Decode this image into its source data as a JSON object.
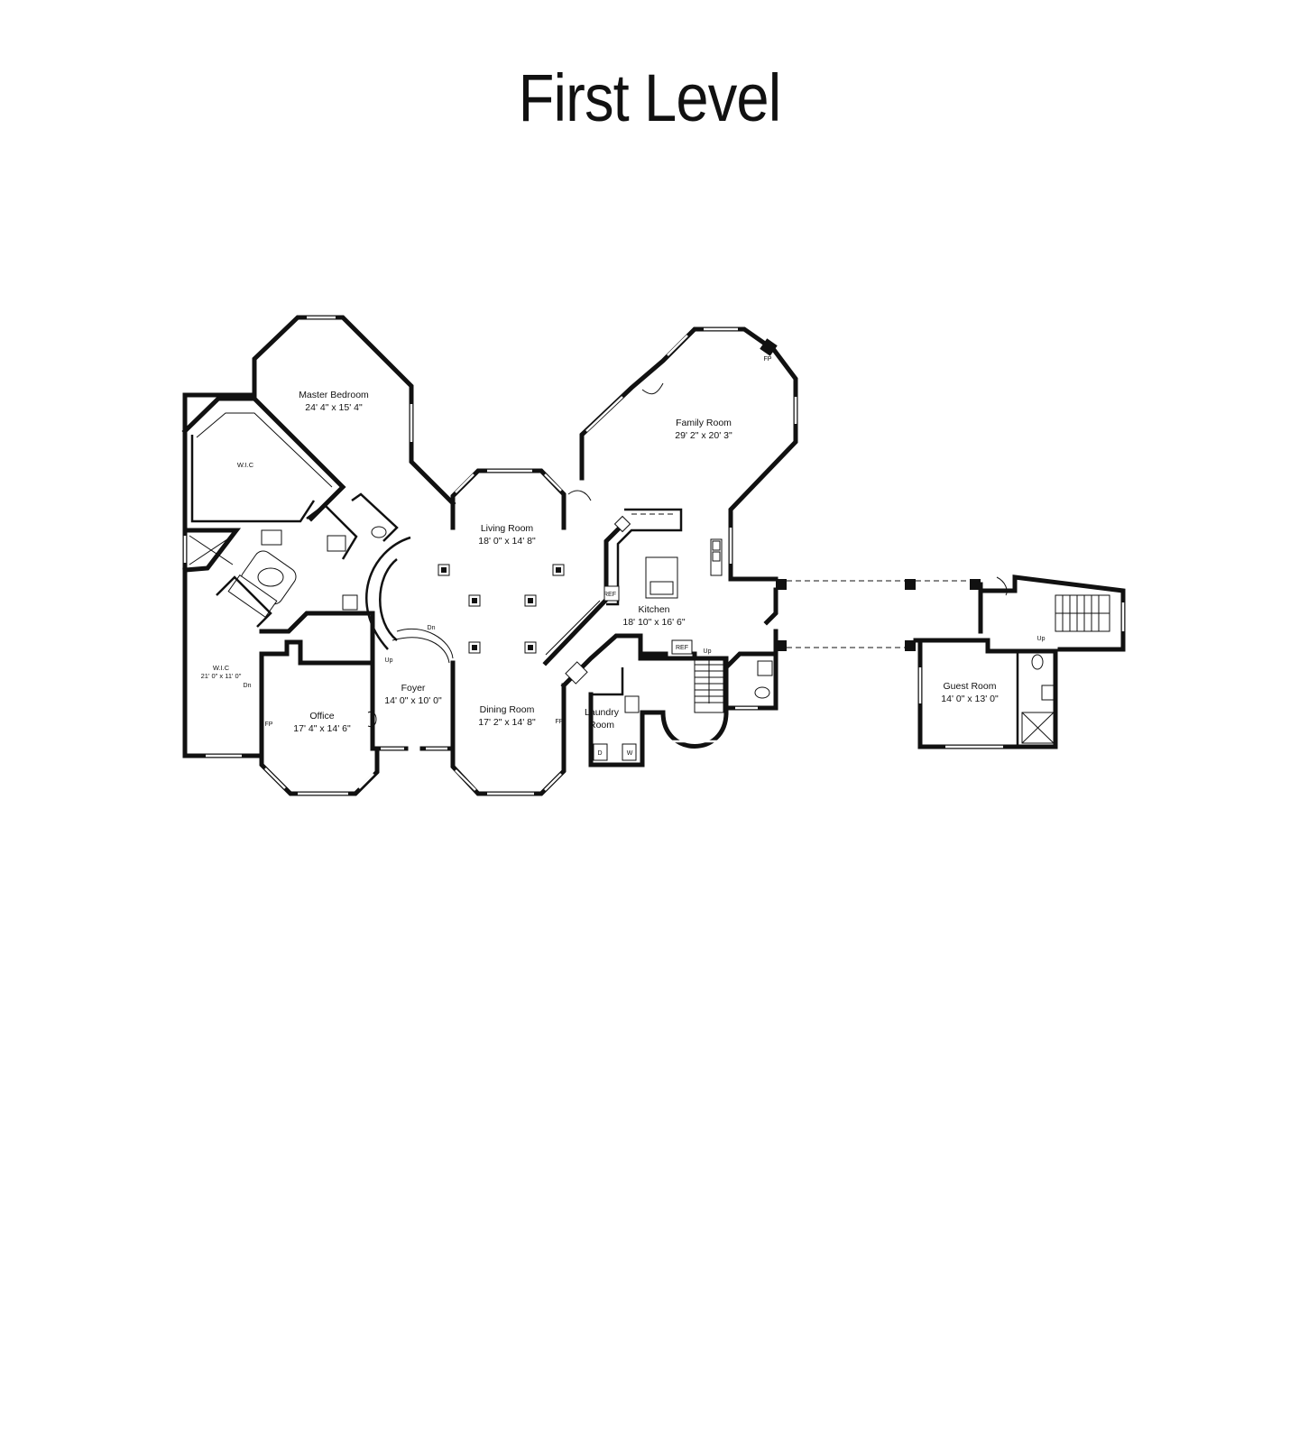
{
  "title": "First Level",
  "rooms": {
    "master_bedroom": {
      "name": "Master Bedroom",
      "dims": "24' 4\" x 15' 4\""
    },
    "wic_upper": {
      "name": "W.I.C"
    },
    "wic_lower": {
      "name": "W.I.C",
      "dims": "21' 0\" x 11' 0\""
    },
    "office": {
      "name": "Office",
      "dims": "17' 4\" x 14' 6\""
    },
    "foyer": {
      "name": "Foyer",
      "dims": "14' 0\" x 10' 0\""
    },
    "living_room": {
      "name": "Living Room",
      "dims": "18' 0\" x 14' 8\""
    },
    "dining_room": {
      "name": "Dining Room",
      "dims": "17' 2\" x 14' 8\""
    },
    "kitchen": {
      "name": "Kitchen",
      "dims": "18' 10\" x 16' 6\""
    },
    "family_room": {
      "name": "Family Room",
      "dims": "29' 2\" x 20' 3\""
    },
    "laundry_room": {
      "name_line1": "Laundry",
      "name_line2": "Room"
    },
    "guest_room": {
      "name": "Guest Room",
      "dims": "14' 0\" x 13' 0\""
    }
  },
  "fixtures": {
    "fp_office": "FP",
    "fp_dining": "FP",
    "fp_family": "FP",
    "ref_main": "REF",
    "ref_second": "REF",
    "dryer": "D",
    "washer": "W",
    "stair_up_foyer": "Up",
    "stair_dn_foyer": "Dn",
    "stair_dn_wic": "Dn",
    "stair_up_kitchen": "Up",
    "stair_up_guest": "Up"
  }
}
